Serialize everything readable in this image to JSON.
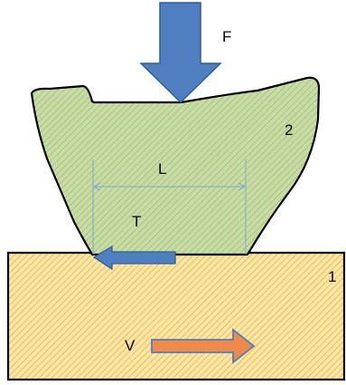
{
  "labels": {
    "force": "F",
    "upper_body_number": "2",
    "contact_length": "L",
    "friction_force": "T",
    "lower_body_number": "1",
    "velocity": "V"
  },
  "colors": {
    "upper_body_fill": "#c9dca6",
    "upper_body_hatch": "#9fbf73",
    "lower_body_fill": "#fbe6a6",
    "lower_body_hatch": "#e8b24a",
    "force_arrow": "#4f7fc0",
    "velocity_arrow": "#f08a4b",
    "dimension_line": "#7fa8c8",
    "outline": "#000000"
  },
  "icons": [
    "force-arrow-down",
    "friction-arrow-left",
    "velocity-arrow-right",
    "dimension-arrow"
  ]
}
